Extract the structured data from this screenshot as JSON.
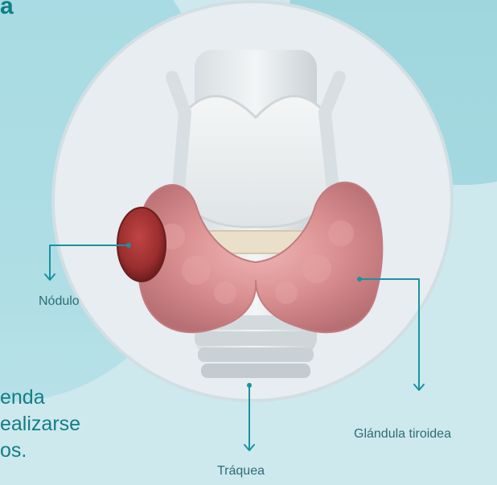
{
  "header": {
    "title": "a"
  },
  "illustration": {
    "labels": {
      "nodule": "Nódulo",
      "thyroid_gland": "Glándula tiroidea",
      "trachea": "Tráquea"
    }
  },
  "body_text": {
    "lines": [
      "enda",
      "ealizarse",
      "os."
    ]
  },
  "colors": {
    "accent": "#0f7f86",
    "teal_light": "#cde9ee",
    "teal_mid": "#a8dbe3",
    "teal_line": "#1992a0",
    "thyroid_pink": "#d99191",
    "nodule_red": "#9b2e2e"
  }
}
